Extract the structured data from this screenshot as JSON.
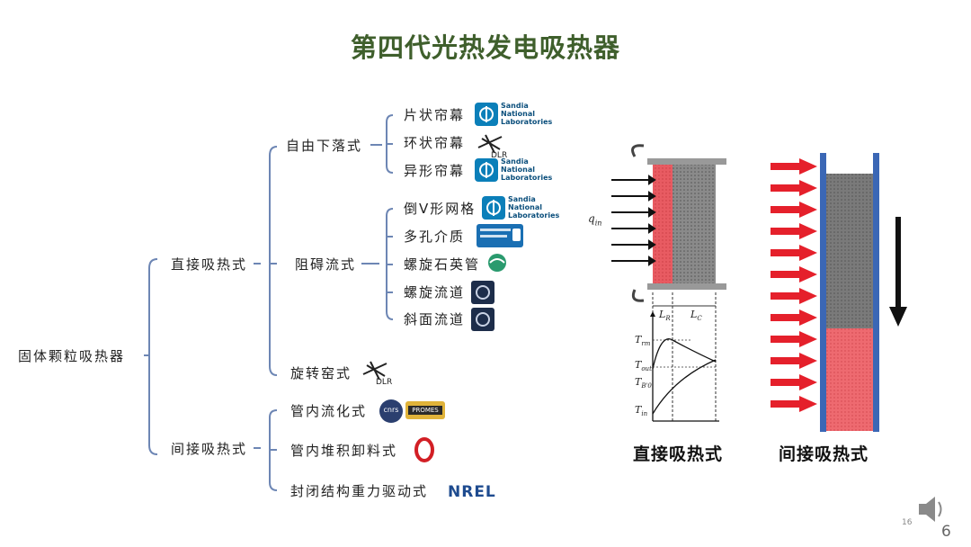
{
  "slide": {
    "title": "第四代光热发电吸热器",
    "page_small": "16",
    "page_big": "6"
  },
  "tree": {
    "root": "固体颗粒吸热器",
    "direct": "直接吸热式",
    "indirect": "间接吸热式",
    "free_fall": "自由下落式",
    "obstructed": "阻碍流式",
    "rotary": "旋转窑式",
    "leaves_free_fall": [
      "片状帘幕",
      "环状帘幕",
      "异形帘幕"
    ],
    "leaves_obstructed": [
      "倒V形网格",
      "多孔介质",
      "螺旋石英管",
      "螺旋流道",
      "斜面流道"
    ],
    "leaves_indirect": [
      "管内流化式",
      "管内堆积卸料式",
      "封闭结构重力驱动式"
    ]
  },
  "logos": {
    "sandia_lines": [
      "Sandia",
      "National",
      "Laboratories"
    ],
    "dlr": "DLR",
    "nrel": "NREL",
    "cnrs": "cnrs",
    "promes": "PROMES"
  },
  "diagram": {
    "q_label": "q",
    "q_sub": "in",
    "lr_label": "L",
    "lr_sub": "R",
    "lc_label": "L",
    "lc_sub": "C",
    "t_rm": "T",
    "t_rm_sub": "rm",
    "t_out": "T",
    "t_out_sub": "out",
    "t_b0": "T",
    "t_b0_sub": "B'0",
    "t_in": "T",
    "t_in_sub": "in",
    "caption_direct": "直接吸热式",
    "caption_indirect": "间接吸热式"
  },
  "colors": {
    "title": "#3f5f2c",
    "tree_line": "#6d86b4",
    "arrow_red": "#e5202b",
    "tube_blue": "#3b67b5",
    "particle_gray": "#7a7a7a",
    "particle_red": "#e8525a"
  }
}
